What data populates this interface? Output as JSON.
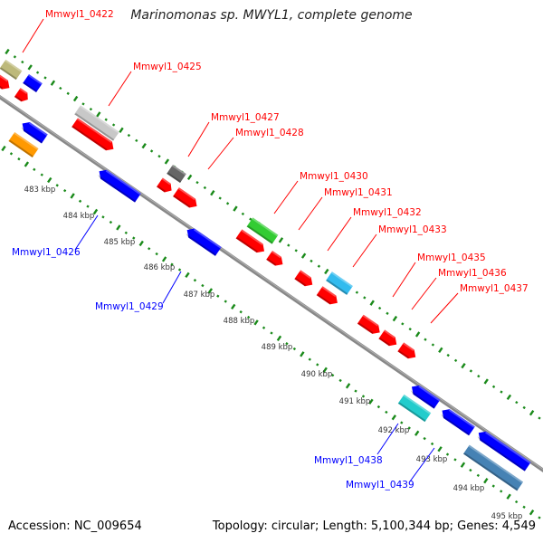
{
  "title": "Marinomonas sp. MWYL1, complete genome",
  "footer": {
    "accession": "Accession: NC_009654",
    "summary": "Topology: circular; Length: 5,100,344 bp; Genes: 4,549"
  },
  "colors": {
    "forward_label": "#ff0000",
    "reverse_label": "#0000ff",
    "backbone": "#888888",
    "ticks": "#1a8a1a",
    "cds_forward": "#ff0000",
    "cds_reverse": "#0000ff"
  },
  "ticks": [
    "483 kbp",
    "484 kbp",
    "485 kbp",
    "486 kbp",
    "487 kbp",
    "488 kbp",
    "489 kbp",
    "490 kbp",
    "491 kbp",
    "492 kbp",
    "493 kbp",
    "494 kbp",
    "495 kbp"
  ],
  "labels": [
    {
      "text": "Mmwyl1_0422",
      "strand": "forward"
    },
    {
      "text": "Mmwyl1_0425",
      "strand": "forward"
    },
    {
      "text": "Mmwyl1_0427",
      "strand": "forward"
    },
    {
      "text": "Mmwyl1_0428",
      "strand": "forward"
    },
    {
      "text": "Mmwyl1_0430",
      "strand": "forward"
    },
    {
      "text": "Mmwyl1_0431",
      "strand": "forward"
    },
    {
      "text": "Mmwyl1_0432",
      "strand": "forward"
    },
    {
      "text": "Mmwyl1_0433",
      "strand": "forward"
    },
    {
      "text": "Mmwyl1_0435",
      "strand": "forward"
    },
    {
      "text": "Mmwyl1_0436",
      "strand": "forward"
    },
    {
      "text": "Mmwyl1_0437",
      "strand": "forward"
    },
    {
      "text": "Mmwyl1_0426",
      "strand": "reverse"
    },
    {
      "text": "Mmwyl1_0429",
      "strand": "reverse"
    },
    {
      "text": "Mmwyl1_0438",
      "strand": "reverse"
    },
    {
      "text": "Mmwyl1_0439",
      "strand": "reverse"
    }
  ],
  "features": [
    {
      "color": "#bdb97a",
      "arrow": "none"
    },
    {
      "color": "#ff0000",
      "arrow": "forward"
    },
    {
      "color": "#0000ff",
      "arrow": "none"
    },
    {
      "color": "#ff0000",
      "arrow": "forward"
    },
    {
      "color": "#c8c8c8",
      "arrow": "none"
    },
    {
      "color": "#ff0000",
      "arrow": "forward"
    },
    {
      "color": "#666666",
      "arrow": "none"
    },
    {
      "color": "#ff0000",
      "arrow": "forward"
    },
    {
      "color": "#ff0000",
      "arrow": "forward"
    },
    {
      "color": "#33cc33",
      "arrow": "none"
    },
    {
      "color": "#ff0000",
      "arrow": "forward"
    },
    {
      "color": "#ff0000",
      "arrow": "forward"
    },
    {
      "color": "#ff0000",
      "arrow": "forward"
    },
    {
      "color": "#33bbee",
      "arrow": "none"
    },
    {
      "color": "#ff0000",
      "arrow": "forward"
    },
    {
      "color": "#ff0000",
      "arrow": "forward"
    },
    {
      "color": "#ff0000",
      "arrow": "forward"
    },
    {
      "color": "#ff0000",
      "arrow": "forward"
    },
    {
      "color": "#0000ff",
      "arrow": "reverse"
    },
    {
      "color": "#ff9900",
      "arrow": "none"
    },
    {
      "color": "#0000ff",
      "arrow": "reverse"
    },
    {
      "color": "#0000ff",
      "arrow": "reverse"
    },
    {
      "color": "#22cccc",
      "arrow": "none"
    },
    {
      "color": "#0000ff",
      "arrow": "reverse"
    },
    {
      "color": "#0000ff",
      "arrow": "reverse"
    },
    {
      "color": "#0000ff",
      "arrow": "reverse"
    },
    {
      "color": "#4682b4",
      "arrow": "none"
    }
  ]
}
